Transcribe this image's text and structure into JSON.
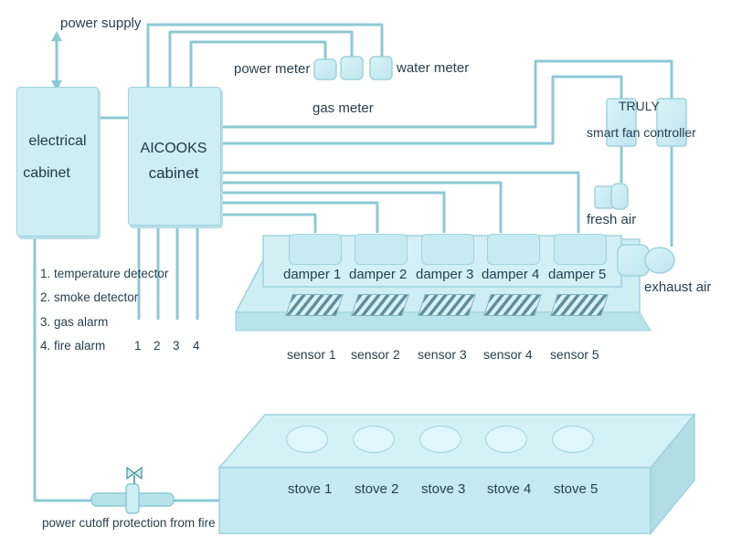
{
  "power_supply": "power supply",
  "electrical_cabinet": {
    "line1": "electrical",
    "line2": "cabinet"
  },
  "aicooks_cabinet": {
    "line1": "AICOOKS",
    "line2": "cabinet"
  },
  "meters": {
    "power": "power meter",
    "water": "water meter",
    "gas": "gas meter"
  },
  "fan_controller": {
    "brand": "TRULY",
    "label": "smart fan controller"
  },
  "fresh_air": "fresh air",
  "exhaust_air": "exhaust air",
  "dampers": [
    "damper 1",
    "damper 2",
    "damper 3",
    "damper 4",
    "damper 5"
  ],
  "sensors": [
    "sensor 1",
    "sensor 2",
    "sensor 3",
    "sensor 4",
    "sensor 5"
  ],
  "stoves": [
    "stove 1",
    "stove 2",
    "stove 3",
    "stove 4",
    "stove 5"
  ],
  "detectors": [
    "1. temperature detector",
    "2. smoke detector",
    "3. gas alarm",
    "4. fire alarm"
  ],
  "detector_numbers": [
    "1",
    "2",
    "3",
    "4"
  ],
  "cutoff": "power cutoff protection from fire",
  "colors": {
    "box_fill": "#cdeef3",
    "line": "#8cc9d4",
    "text": "#27404f"
  }
}
